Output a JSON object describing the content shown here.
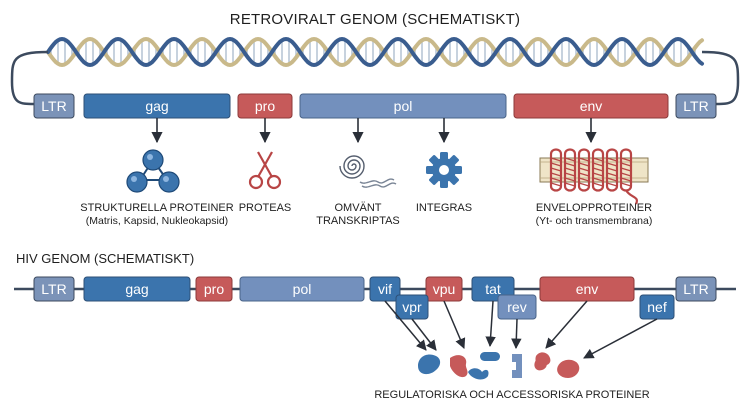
{
  "retro": {
    "title": "RETROVIRALT GENOM (SCHEMATISKT)",
    "genes": {
      "ltr_left": "LTR",
      "gag": "gag",
      "pro": "pro",
      "pol": "pol",
      "env": "env",
      "ltr_right": "LTR"
    },
    "products": {
      "structural_line1": "STRUKTURELLA PROTEINER",
      "structural_line2": "(Matris, Kapsid, Nukleokapsid)",
      "protease": "PROTEAS",
      "rt_line1": "OMVÄNT",
      "rt_line2": "TRANSKRIPTAS",
      "integrase": "INTEGRAS",
      "envelope_line1": "ENVELOPPROTEINER",
      "envelope_line2": "(Yt- och transmembrana)"
    }
  },
  "hiv": {
    "title": "HIV GENOM (SCHEMATISKT)",
    "genes": {
      "ltr_left": "LTR",
      "gag": "gag",
      "pro": "pro",
      "pol": "pol",
      "vif": "vif",
      "vpr": "vpr",
      "vpu": "vpu",
      "tat": "tat",
      "rev": "rev",
      "env": "env",
      "nef": "nef",
      "ltr_right": "LTR"
    },
    "caption": "REGULATORISKA OCH ACCESSORISKA PROTEINER"
  },
  "colors": {
    "ltr": "#7b93b8",
    "dark_blue": "#3b74ad",
    "mid_blue": "#7390bd",
    "red": "#c65a5a",
    "line": "#3c4a5e",
    "dna_strand": "#c9b98a",
    "dna_strand2": "#3a5d8f"
  }
}
